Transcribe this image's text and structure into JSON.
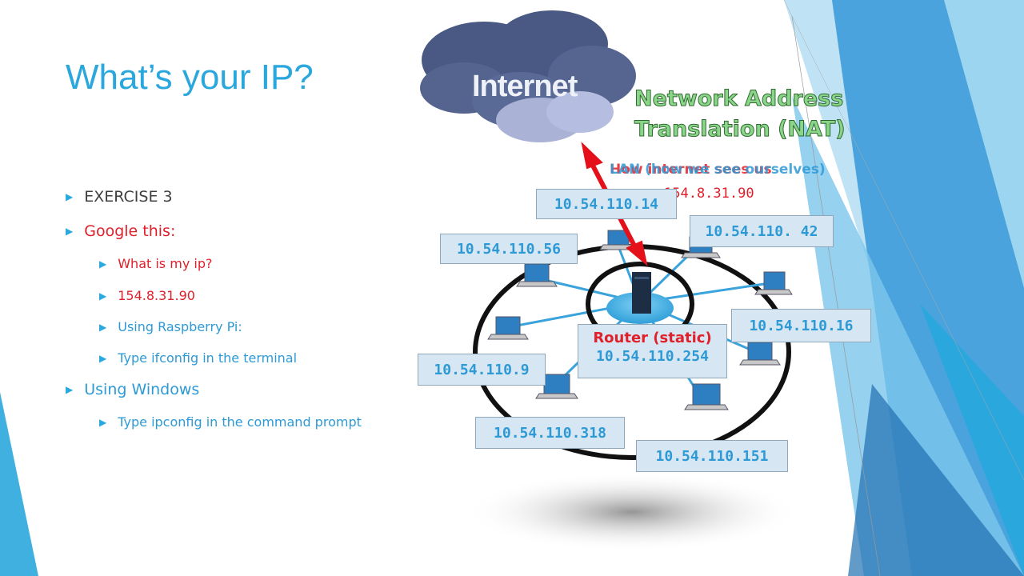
{
  "slide": {
    "title": "What’s your IP?",
    "bullets": [
      {
        "text": "EXERCISE 3",
        "color": "#404040"
      },
      {
        "text": "Google this:",
        "color": "#e0202a"
      },
      {
        "text": "What is my ip?",
        "color": "#e0202a"
      },
      {
        "text": "154.8.31.90",
        "color": "#e0202a"
      },
      {
        "text": "Using Raspberry Pi:",
        "color": "#2d9ad6"
      },
      {
        "text": "Type ifconfig in the terminal",
        "color": "#2d9ad6"
      },
      {
        "text": "Using Windows",
        "color": "#2d9ad6"
      },
      {
        "text": "Type ipconfig in the command prompt",
        "color": "#2d9ad6"
      }
    ]
  },
  "diagram": {
    "cloud_label": "Internet",
    "nat_title_line1": "Network Address",
    "nat_title_line2": "Translation (NAT)",
    "how_internet_sees": "How internet sees us",
    "public_ip": "154.8.31.90",
    "lan_label": "LAN (how we see ourselves)",
    "router_label": "Router (static)",
    "router_ip": "10.54.110.254",
    "device_ips": [
      "10.54.110.14",
      "10.54.110. 42",
      "10.54.110.56",
      "10.54.110.16",
      "10.54.110.9",
      "10.54.110.318",
      "10.54.110.151"
    ]
  },
  "colors": {
    "title": "#2aa7dc",
    "accent_red": "#e0202a",
    "accent_blue": "#2d9ad6",
    "ip_box_bg": "#d6e6f2",
    "nat_green": "#8bd58b"
  }
}
